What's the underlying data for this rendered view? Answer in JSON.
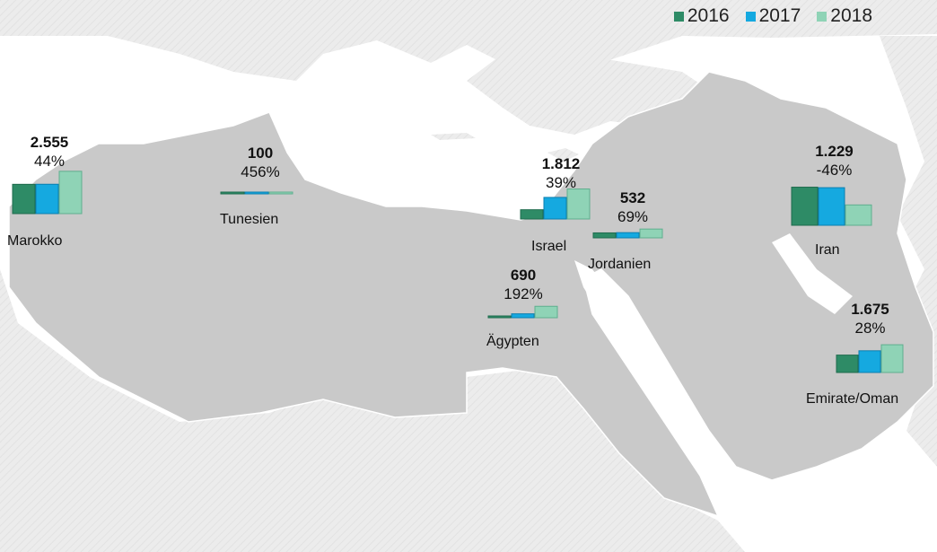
{
  "legend": [
    {
      "label": "2016",
      "color": "#2e8b66"
    },
    {
      "label": "2017",
      "color": "#15a9e0"
    },
    {
      "label": "2018",
      "color": "#8fd3b6"
    }
  ],
  "chart_data": {
    "type": "bar",
    "series_names": [
      "2016",
      "2017",
      "2018"
    ],
    "regions": [
      {
        "name": "Marokko",
        "total": "2.555",
        "change": "44%",
        "values": [
          1769,
          1773,
          2555
        ]
      },
      {
        "name": "Tunesien",
        "total": "100",
        "change": "456%",
        "values": [
          28,
          18,
          100
        ]
      },
      {
        "name": "Israel",
        "total": "1.812",
        "change": "39%",
        "values": [
          560,
          1304,
          1812
        ]
      },
      {
        "name": "Jordanien",
        "total": "532",
        "change": "69%",
        "values": [
          300,
          315,
          532
        ]
      },
      {
        "name": "Ägypten",
        "total": "690",
        "change": "192%",
        "values": [
          70,
          236,
          690
        ]
      },
      {
        "name": "Iran",
        "total": "1.229",
        "change": "-46%",
        "values": [
          2300,
          2270,
          1229
        ]
      },
      {
        "name": "Emirate/Oman",
        "total": "1.675",
        "change": "28%",
        "values": [
          1050,
          1310,
          1675
        ]
      }
    ]
  }
}
